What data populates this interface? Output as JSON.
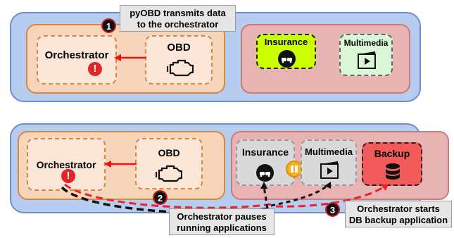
{
  "top": {
    "callout": "pyOBD transmits data\nto the orchestrator",
    "step": "1",
    "orchestrator": {
      "label": "Orchestrator",
      "warning": "!"
    },
    "obd": {
      "label": "OBD",
      "icon": "engine-icon"
    },
    "insurance": {
      "label": "Insurance",
      "icon": "cars-icon"
    },
    "multimedia": {
      "label": "Multimedia",
      "icon": "video-icon"
    }
  },
  "bottom": {
    "orchestrator": {
      "label": "Orchestrator",
      "warning": "!"
    },
    "obd": {
      "label": "OBD",
      "icon": "engine-icon"
    },
    "insurance": {
      "label": "Insurance",
      "icon": "cars-icon"
    },
    "multimedia": {
      "label": "Multimedia",
      "icon": "video-icon"
    },
    "pause_icon": "pause-icon",
    "backup": {
      "label": "Backup",
      "icon": "database-icon"
    },
    "step2": "2",
    "step3": "3",
    "callout2": "Orchestrator pauses\nrunning applications",
    "callout3": "Orchestrator starts\nDB backup application"
  },
  "colors": {
    "outer": "#b7cdef",
    "orange_panel": "#f6d5bb",
    "pink_panel": "#e8b3b3",
    "insurance_top": "#ccff00",
    "multimedia_top": "#d9f7d5",
    "backup": "#f35a5a",
    "paused": "#d9d9d9"
  }
}
